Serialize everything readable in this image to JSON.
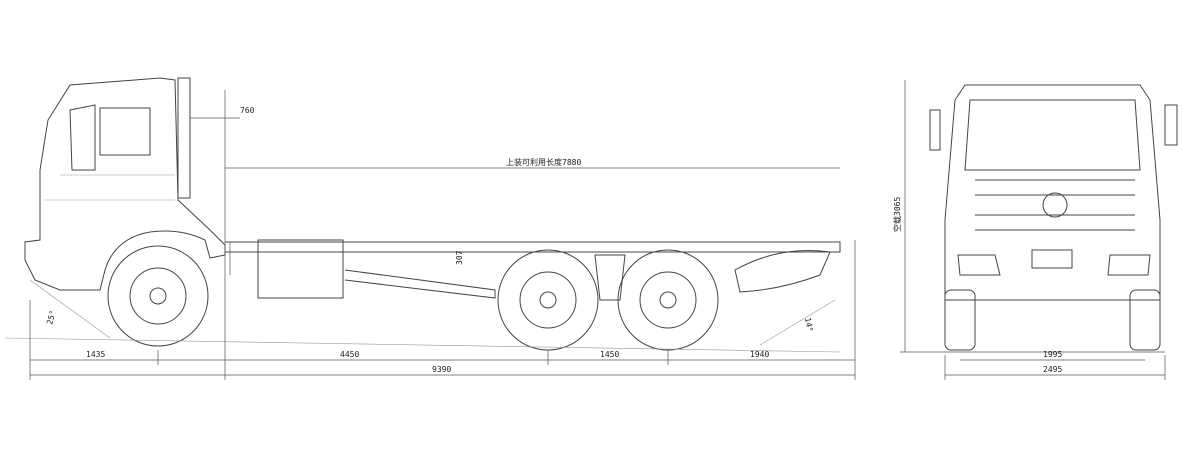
{
  "side_view": {
    "dimensions": {
      "exhaust_offset": "760",
      "body_length_label": "上装可利用长度7880",
      "frame_height": "307",
      "approach_angle": "25°",
      "departure_angle": "14°",
      "front_overhang": "1435",
      "wheelbase_1": "4450",
      "wheelbase_2": "1450",
      "rear_overhang": "1940",
      "overall_length": "9390"
    }
  },
  "front_view": {
    "dimensions": {
      "height_label": "空载3065",
      "track": "1995",
      "overall_width": "2495"
    }
  }
}
